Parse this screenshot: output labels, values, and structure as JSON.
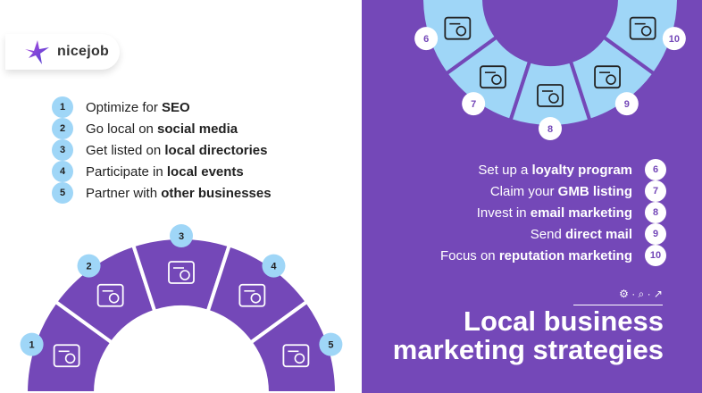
{
  "brand": {
    "name": "nicejob"
  },
  "left_items": [
    {
      "num": "1",
      "pre": "Optimize for ",
      "bold": "SEO",
      "icon": "seo-icon"
    },
    {
      "num": "2",
      "pre": "Go local on ",
      "bold": "social media",
      "icon": "chat-bubbles-icon"
    },
    {
      "num": "3",
      "pre": "Get listed on ",
      "bold": "local directories",
      "icon": "checklist-icon"
    },
    {
      "num": "4",
      "pre": "Participate in ",
      "bold": "local events",
      "icon": "event-calendar-icon"
    },
    {
      "num": "5",
      "pre": "Partner with ",
      "bold": "other businesses",
      "icon": "handshake-icon"
    }
  ],
  "right_items": [
    {
      "num": "6",
      "pre": "Set up a ",
      "bold": "loyalty program",
      "icon": "hands-heart-icon"
    },
    {
      "num": "7",
      "pre": "Claim your ",
      "bold": "GMB listing",
      "icon": "storefront-icon"
    },
    {
      "num": "8",
      "pre": "Invest in ",
      "bold": "email marketing",
      "icon": "envelope-megaphone-icon"
    },
    {
      "num": "9",
      "pre": "Send ",
      "bold": "direct mail",
      "icon": "mailbox-icon"
    },
    {
      "num": "10",
      "pre": "Focus on ",
      "bold": "reputation marketing",
      "icon": "reputation-stars-icon"
    }
  ],
  "title": {
    "line1": "Local business",
    "line2": "marketing strategies"
  },
  "colors": {
    "purple": "#7448b8",
    "light_blue": "#9fd6f7",
    "white": "#ffffff"
  }
}
